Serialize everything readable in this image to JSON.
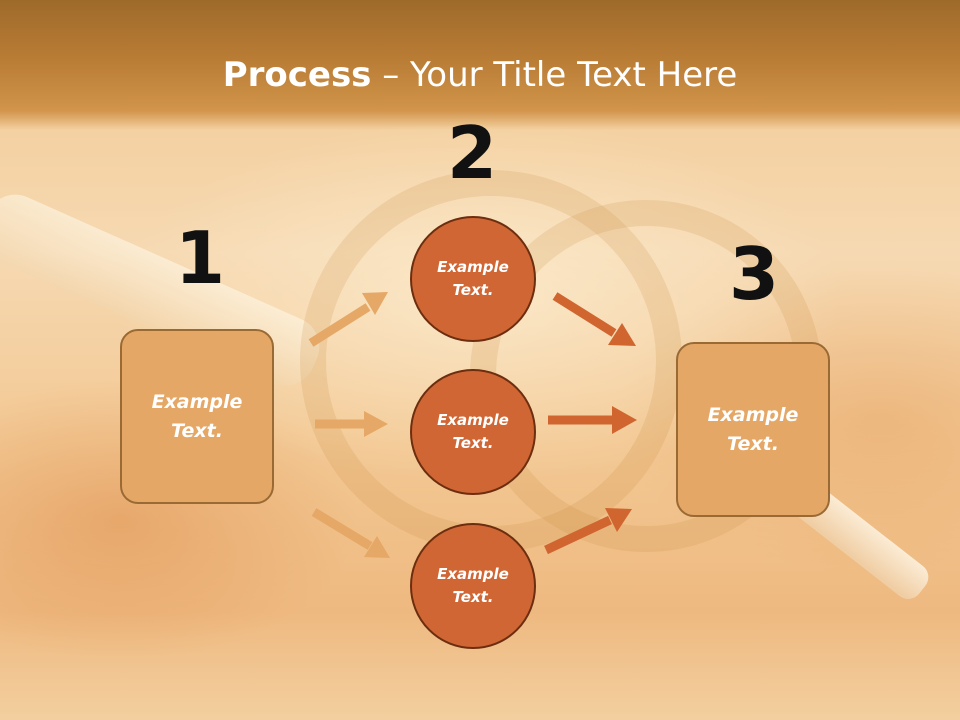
{
  "title": {
    "bold": "Process",
    "rest": " – Your Title Text Here"
  },
  "steps": {
    "one": "1",
    "two": "2",
    "three": "3"
  },
  "left_box": {
    "text": "Example Text."
  },
  "circles": [
    {
      "text": "Example Text."
    },
    {
      "text": "Example Text."
    },
    {
      "text": "Example Text."
    }
  ],
  "right_box": {
    "text": "Example Text."
  },
  "colors": {
    "box_fill": "#e4a766",
    "circle_fill": "#cf6634",
    "left_arrow": "#e5a866",
    "right_arrow": "#d0652f"
  }
}
